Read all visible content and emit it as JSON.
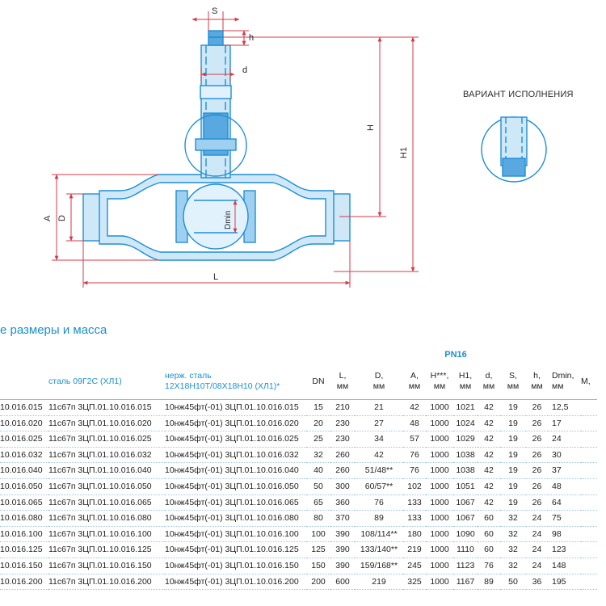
{
  "drawing": {
    "dim_labels": {
      "S": "S",
      "h": "h",
      "d": "d",
      "H": "H",
      "H1": "H1",
      "A": "A",
      "D": "D",
      "Dmin": "Dmin",
      "L": "L"
    },
    "variant_title": "ВАРИАНТ ИСПОЛНЕНИЯ",
    "colors": {
      "outline": "#1f8ed6",
      "fill": "#cfe8f8",
      "dark_fill": "#5aa8e0",
      "dim_line": "#d43a4a"
    }
  },
  "section_title": "е размеры и масса",
  "table": {
    "pn_label": "PN16",
    "headers": {
      "col_steel": "сталь 09Г2С (ХЛ1)",
      "col_stainless_1": "нерж. сталь",
      "col_stainless_2": "12Х18Н10Т/08Х18Н10 (ХЛ1)*",
      "dn": "DN",
      "L": "L,",
      "L_unit": "мм",
      "D": "D,",
      "D_unit": "мм",
      "A": "A,",
      "A_unit": "мм",
      "H": "H***,",
      "H_unit": "мм",
      "H1": "H1,",
      "H1_unit": "мм",
      "d": "d,",
      "d_unit": "мм",
      "S": "S,",
      "S_unit": "мм",
      "h": "h,",
      "h_unit": "мм",
      "Dmin": "Dmin,",
      "Dmin_unit": "мм",
      "M": "M,"
    },
    "rows": [
      {
        "code": "10.016.015",
        "steel": "11с67п 3ЦП.01.10.016.015",
        "stainless": "10нж45фт(-01) 3ЦП.01.10.016.015",
        "dn": "15",
        "L": "210",
        "D": "21",
        "A": "42",
        "H": "1000",
        "H1": "1021",
        "d": "42",
        "S": "19",
        "h": "26",
        "Dmin": "12,5"
      },
      {
        "code": "10.016.020",
        "steel": "11с67п 3ЦП.01.10.016.020",
        "stainless": "10нж45фт(-01) 3ЦП.01.10.016.020",
        "dn": "20",
        "L": "230",
        "D": "27",
        "A": "48",
        "H": "1000",
        "H1": "1024",
        "d": "42",
        "S": "19",
        "h": "26",
        "Dmin": "17"
      },
      {
        "code": "10.016.025",
        "steel": "11с67п 3ЦП.01.10.016.025",
        "stainless": "10нж45фт(-01) 3ЦП.01.10.016.025",
        "dn": "25",
        "L": "230",
        "D": "34",
        "A": "57",
        "H": "1000",
        "H1": "1029",
        "d": "42",
        "S": "19",
        "h": "26",
        "Dmin": "24"
      },
      {
        "code": "10.016.032",
        "steel": "11с67п 3ЦП.01.10.016.032",
        "stainless": "10нж45фт(-01) 3ЦП.01.10.016.032",
        "dn": "32",
        "L": "260",
        "D": "42",
        "A": "76",
        "H": "1000",
        "H1": "1038",
        "d": "42",
        "S": "19",
        "h": "26",
        "Dmin": "30"
      },
      {
        "code": "10.016.040",
        "steel": "11с67п 3ЦП.01.10.016.040",
        "stainless": "10нж45фт(-01) 3ЦП.01.10.016.040",
        "dn": "40",
        "L": "260",
        "D": "51/48**",
        "A": "76",
        "H": "1000",
        "H1": "1038",
        "d": "42",
        "S": "19",
        "h": "26",
        "Dmin": "37"
      },
      {
        "code": "10.016.050",
        "steel": "11с67п 3ЦП.01.10.016.050",
        "stainless": "10нж45фт(-01) 3ЦП.01.10.016.050",
        "dn": "50",
        "L": "300",
        "D": "60/57**",
        "A": "102",
        "H": "1000",
        "H1": "1051",
        "d": "42",
        "S": "19",
        "h": "26",
        "Dmin": "48"
      },
      {
        "code": "10.016.065",
        "steel": "11с67п 3ЦП.01.10.016.065",
        "stainless": "10нж45фт(-01) 3ЦП.01.10.016.065",
        "dn": "65",
        "L": "360",
        "D": "76",
        "A": "133",
        "H": "1000",
        "H1": "1067",
        "d": "42",
        "S": "19",
        "h": "26",
        "Dmin": "64"
      },
      {
        "code": "10.016.080",
        "steel": "11с67п 3ЦП.01.10.016.080",
        "stainless": "10нж45фт(-01) 3ЦП.01.10.016.080",
        "dn": "80",
        "L": "370",
        "D": "89",
        "A": "133",
        "H": "1000",
        "H1": "1067",
        "d": "60",
        "S": "32",
        "h": "24",
        "Dmin": "75"
      },
      {
        "code": "10.016.100",
        "steel": "11с67п 3ЦП.01.10.016.100",
        "stainless": "10нж45фт(-01) 3ЦП.01.10.016.100",
        "dn": "100",
        "L": "390",
        "D": "108/114**",
        "A": "180",
        "H": "1000",
        "H1": "1090",
        "d": "60",
        "S": "32",
        "h": "24",
        "Dmin": "98"
      },
      {
        "code": "10.016.125",
        "steel": "11с67п 3ЦП.01.10.016.125",
        "stainless": "10нж45фт(-01) 3ЦП.01.10.016.125",
        "dn": "125",
        "L": "390",
        "D": "133/140**",
        "A": "219",
        "H": "1000",
        "H1": "1110",
        "d": "60",
        "S": "32",
        "h": "24",
        "Dmin": "123"
      },
      {
        "code": "10.016.150",
        "steel": "11с67п 3ЦП.01.10.016.150",
        "stainless": "10нж45фт(-01) 3ЦП.01.10.016.150",
        "dn": "150",
        "L": "390",
        "D": "159/168**",
        "A": "245",
        "H": "1000",
        "H1": "1123",
        "d": "76",
        "S": "32",
        "h": "24",
        "Dmin": "148"
      },
      {
        "code": "10.016.200",
        "steel": "11с67п 3ЦП.01.10.016.200",
        "stainless": "10нж45фт(-01) 3ЦП.01.10.016.200",
        "dn": "200",
        "L": "600",
        "D": "219",
        "A": "325",
        "H": "1000",
        "H1": "1167",
        "d": "89",
        "S": "50",
        "h": "36",
        "Dmin": "195"
      }
    ]
  }
}
